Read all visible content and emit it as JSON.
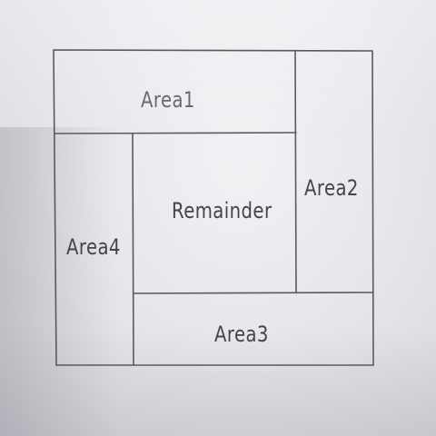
{
  "diagram": {
    "areas": {
      "area1": "Area1",
      "area2": "Area2",
      "area3": "Area3",
      "area4": "Area4",
      "remainder": "Remainder"
    },
    "colors": {
      "paper": "#e8e7ec",
      "pencil": "#5a5a5e",
      "text_light": "#6a6a6e",
      "text_dark": "#454548"
    }
  }
}
